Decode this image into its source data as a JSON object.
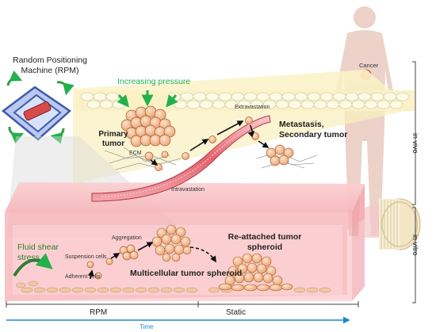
{
  "labels": {
    "rpm_title": "Random Positioning Machine (RPM)",
    "increasing_pressure": "Increasing pressure",
    "cancer": "Cancer",
    "primary_tumor": "Primary tumor",
    "ecm": "ECM",
    "extravastation": "Extravastation",
    "metastasis": "Metastasis, Secondary tumor",
    "intravastation": "Intravastation",
    "fluid_shear": "Fluid shear stress",
    "aggregation": "Aggregation",
    "suspension_cells": "Suspension cells",
    "adherent_cells": "Adherent cells",
    "multicellular": "Multicellular tumor spheroid",
    "reattached": "Re-attached tumor spheroid",
    "in_vivo": "in vivo",
    "in_vitro": "in vitro",
    "rpm_bottom": "RPM",
    "static": "Static",
    "time": "Time"
  },
  "colors": {
    "pressure_green": "#22b14c",
    "flask_pink": "#f5aeb2",
    "cell_orange": "#f2b98a",
    "time_blue": "#1a8ad1"
  },
  "icons": {
    "rpm": "rpm-device-icon",
    "human": "human-silhouette-icon",
    "flask": "cell-culture-flask-icon"
  }
}
